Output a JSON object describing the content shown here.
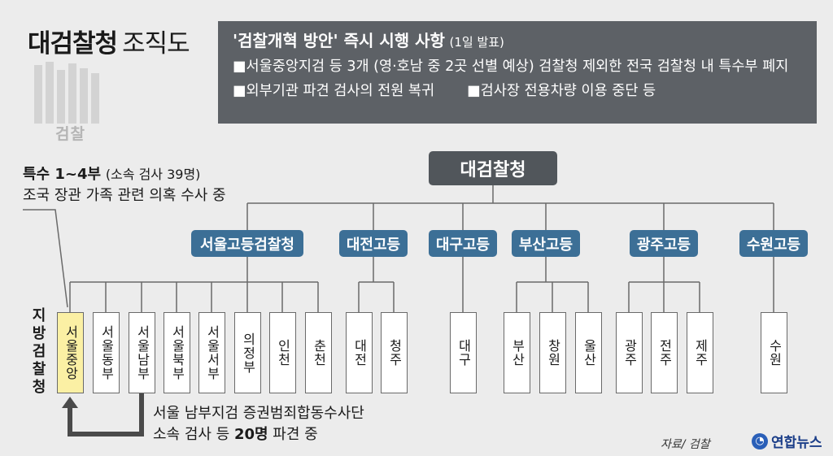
{
  "title": {
    "bold": "대검찰청",
    "light": "조직도"
  },
  "logo_text": "검찰",
  "reform": {
    "heading": "'검찰개혁 방안' 즉시 시행 사항",
    "heading_note": "(1일 발표)",
    "item1": "■서울중앙지검 등 3개 (영·호남 중 2곳 선별 예상) 검찰청 제외한 전국 검찰청 내 특수부 폐지",
    "item2": "■외부기관 파견 검사의 전원 복귀",
    "item3": "■검사장 전용차량 이용 중단 등"
  },
  "annotation_top": {
    "bold": "특수 1~4부",
    "note": "(소속 검사 39명)",
    "line2": "조국 장관 가족 관련 의혹 수사 중"
  },
  "district_label": "지방검찰청",
  "org": {
    "root": "대검찰청",
    "high": [
      "서울고등검찰청",
      "대전고등",
      "대구고등",
      "부산고등",
      "광주고등",
      "수원고등"
    ],
    "district": [
      "서울중앙",
      "서울동부",
      "서울남부",
      "서울북부",
      "서울서부",
      "의정부",
      "인천",
      "춘천",
      "대전",
      "청주",
      "대구",
      "부산",
      "창원",
      "울산",
      "광주",
      "전주",
      "제주",
      "수원"
    ]
  },
  "annotation_bottom": {
    "line1": "서울 남부지검 증권범죄합동수사단",
    "line2_pre": "소속 검사 등 ",
    "line2_bold": "20명",
    "line2_post": " 파견 중"
  },
  "source": "자료/ 검찰",
  "brand": "연합뉴스"
}
